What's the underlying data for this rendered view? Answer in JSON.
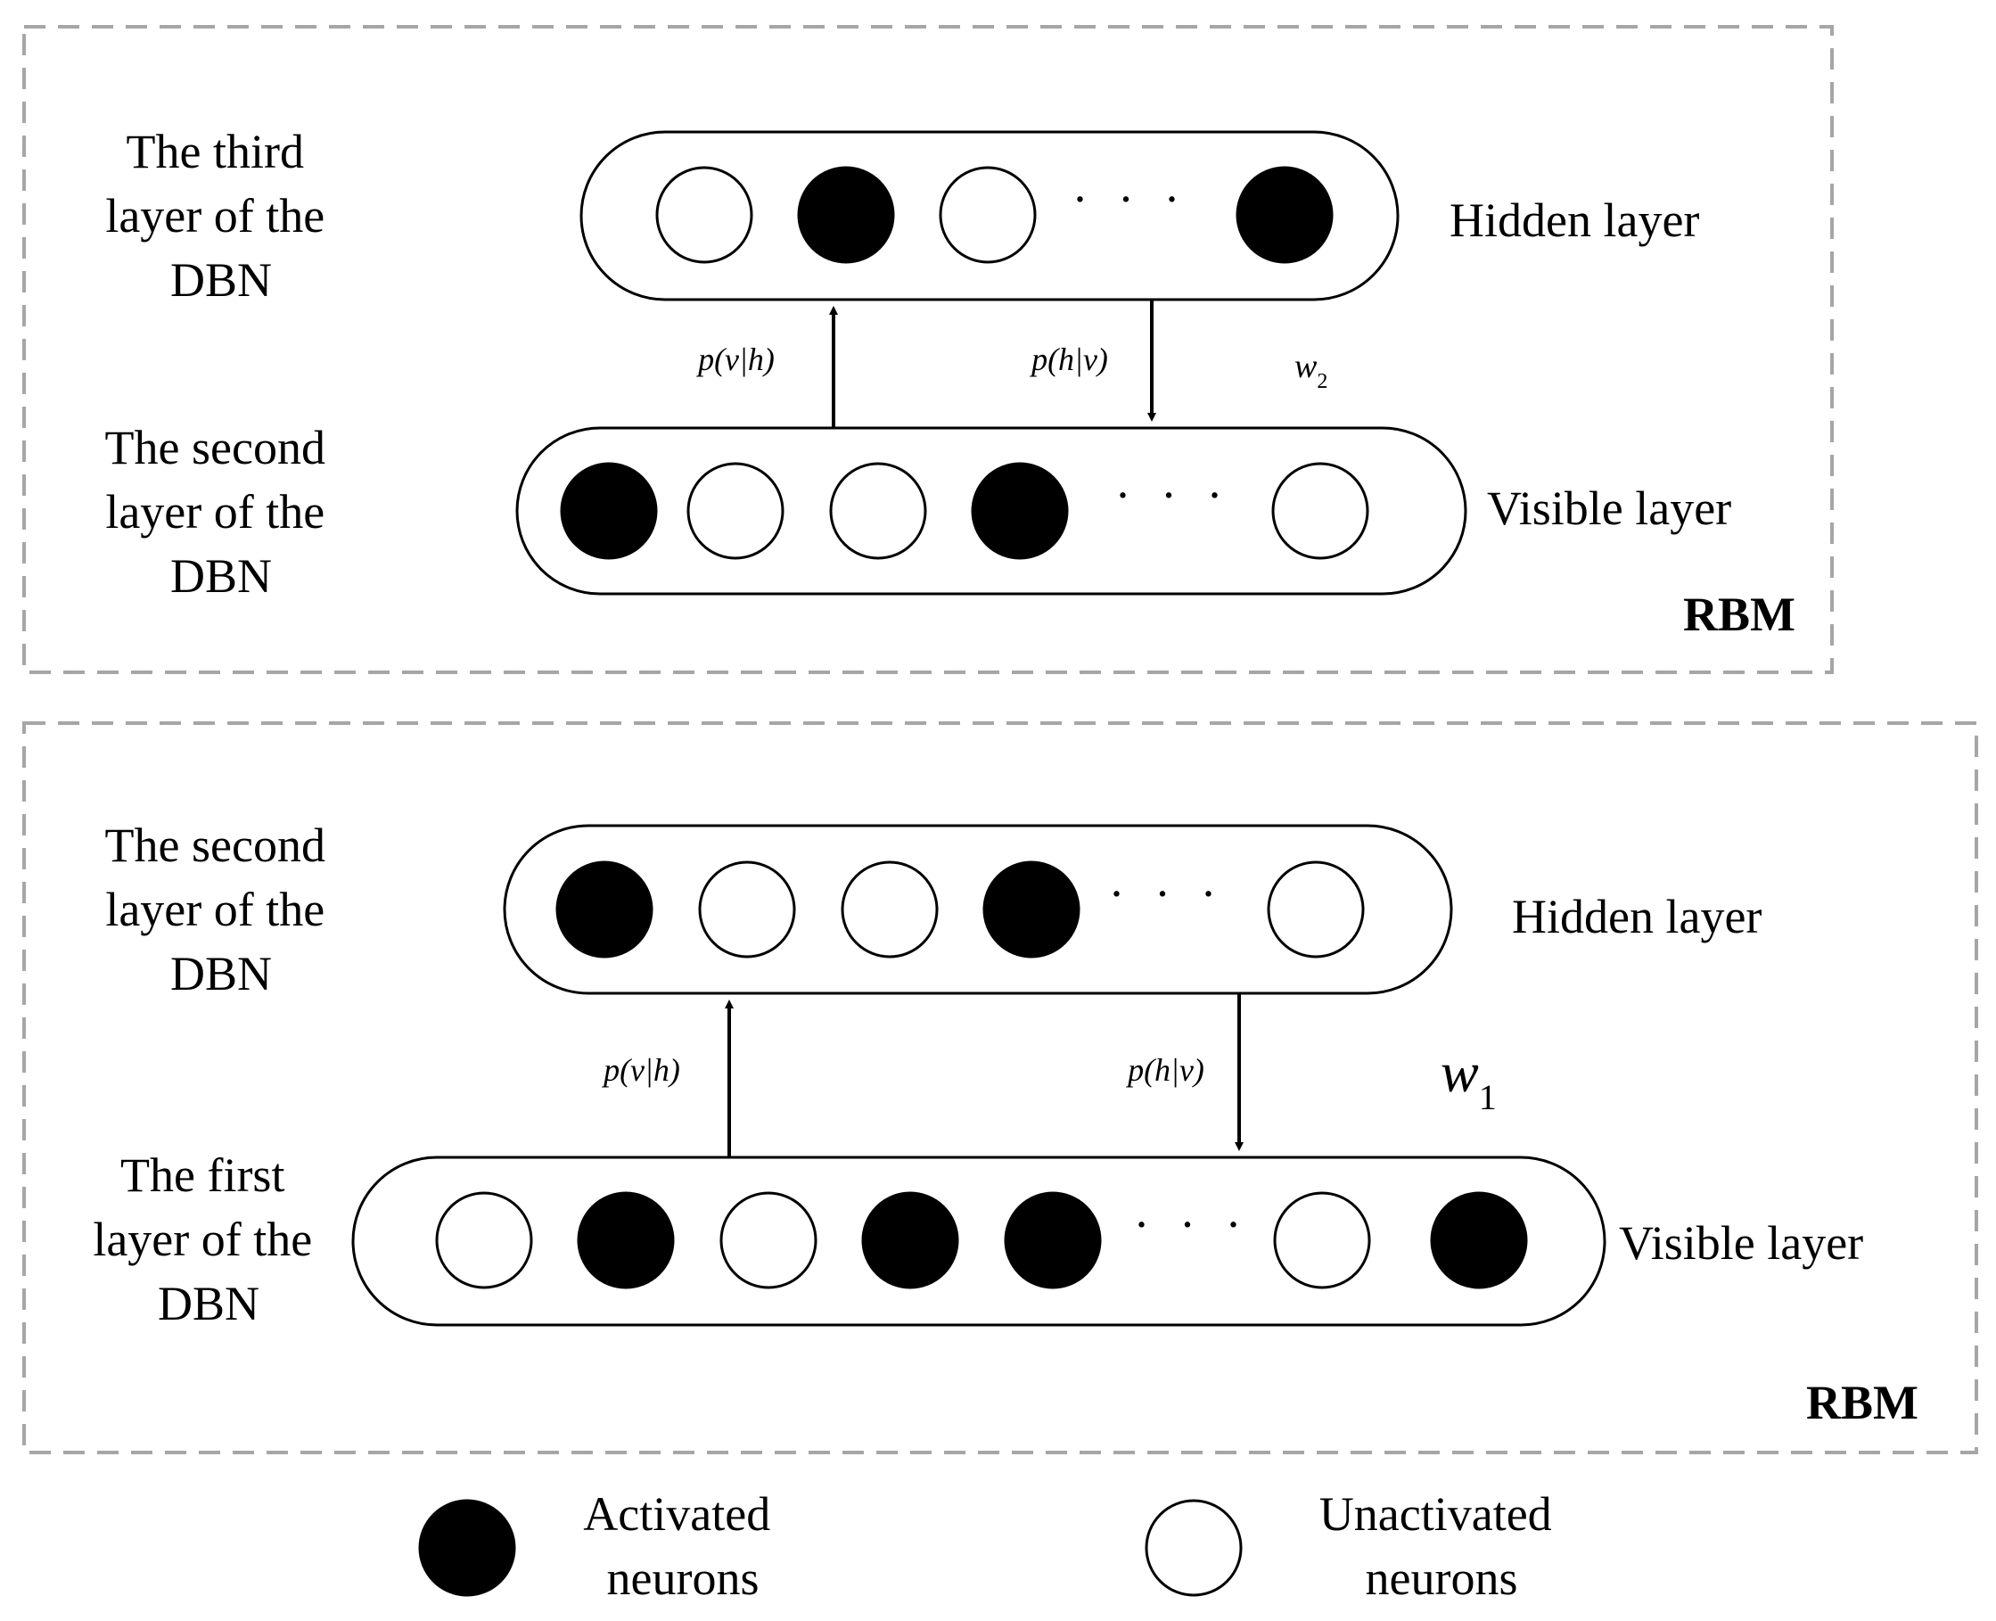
{
  "top_rbm": {
    "tag": "RBM",
    "hidden": {
      "side_label": [
        "The third",
        "layer of the",
        "DBN"
      ],
      "layer_label": "Hidden layer",
      "neurons": [
        false,
        true,
        false,
        true
      ]
    },
    "visible": {
      "side_label": [
        "The second",
        "layer of the",
        "DBN"
      ],
      "layer_label": "Visible layer",
      "neurons": [
        true,
        false,
        false,
        true,
        false
      ]
    },
    "up_prob": "p(v|h)",
    "down_prob": "p(h|v)",
    "weight": {
      "base": "w",
      "sub": "2"
    }
  },
  "bottom_rbm": {
    "tag": "RBM",
    "hidden": {
      "side_label": [
        "The second",
        "layer of the",
        "DBN"
      ],
      "layer_label": "Hidden layer",
      "neurons": [
        true,
        false,
        false,
        true,
        false
      ]
    },
    "visible": {
      "side_label": [
        "The first",
        "layer of the",
        "DBN"
      ],
      "layer_label": "Visible layer",
      "neurons": [
        false,
        true,
        false,
        true,
        true,
        false,
        true
      ]
    },
    "up_prob": "p(v|h)",
    "down_prob": "p(h|v)",
    "weight": {
      "base": "w",
      "sub": "1"
    }
  },
  "ellipsis": "· · ·",
  "legend": {
    "activated": [
      "Activated",
      "neurons"
    ],
    "unactivated": [
      "Unactivated",
      "neurons"
    ]
  }
}
